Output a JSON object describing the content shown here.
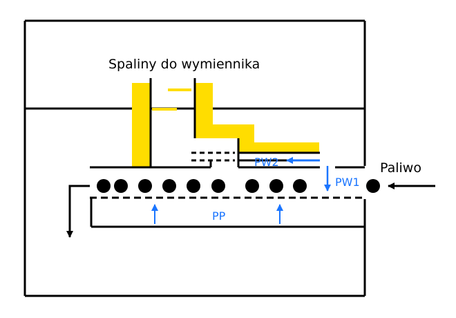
{
  "labels": {
    "exhaust": "Spaliny do wymiennika",
    "fuel": "Paliwo",
    "primary_air": "PP",
    "secondary_air_1": "PW1",
    "secondary_air_2": "PW2"
  },
  "colors": {
    "outline": "#000000",
    "insulation": "#ffdd00",
    "air_flow": "#1a75ff"
  },
  "grate": {
    "fuel_ball_count_in_chamber": 9,
    "fuel_ball_count_at_feed": 1
  }
}
